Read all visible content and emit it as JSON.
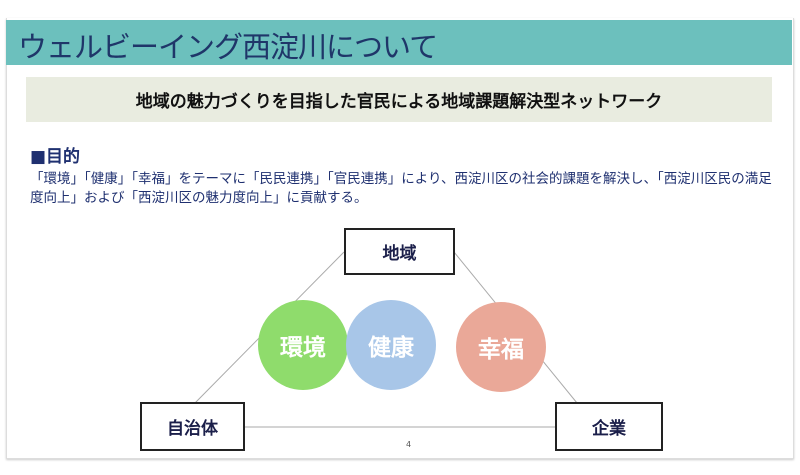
{
  "slide": {
    "title": "ウェルビーイング西淀川について",
    "subtitle": "地域の魅力づくりを目指した官民による地域課題解決型ネットワーク",
    "purpose_heading": "■目的",
    "purpose_text": "「環境」「健康」「幸福」をテーマに「民民連携」「官民連携」により、西淀川区の社会的課題を解決し、「西淀川区民の満足度向上」および「西淀川区の魅力度向上」に貢献する。",
    "diagram": {
      "top": "地域",
      "left": "自治体",
      "right": "企業",
      "circles": [
        {
          "label": "環境",
          "color": "#8fdc6c"
        },
        {
          "label": "健康",
          "color": "#a8c6e8"
        },
        {
          "label": "幸福",
          "color": "#eaa898"
        }
      ]
    },
    "page_number": "4",
    "colors": {
      "title_bar": "#6cc0bd",
      "subtitle_bg": "#e9ece0",
      "text": "#1f3070"
    }
  }
}
